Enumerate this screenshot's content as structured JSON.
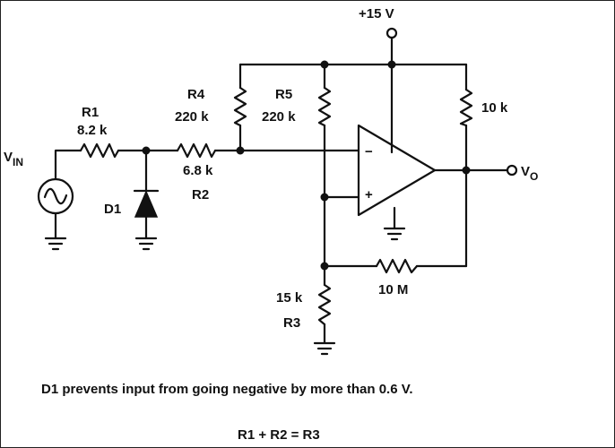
{
  "labels": {
    "supply": "+15 V",
    "r1_name": "R1",
    "r1_value": "8.2 k",
    "r2_value": "6.8 k",
    "r2_name": "R2",
    "r4_name": "R4",
    "r4_value": "220 k",
    "r5_name": "R5",
    "r5_value": "220 k",
    "pullup_value": "10 k",
    "r3_value": "15 k",
    "r3_name": "R3",
    "feedback_value": "10 M",
    "d1_name": "D1",
    "vin_main": "V",
    "vin_sub": "IN",
    "vo_main": "V",
    "vo_sub": "O",
    "minus": "−",
    "plus": "+"
  },
  "notes": {
    "line1": "D1 prevents input from going negative by more than 0.6 V.",
    "line2": "R1 + R2 = R3"
  }
}
